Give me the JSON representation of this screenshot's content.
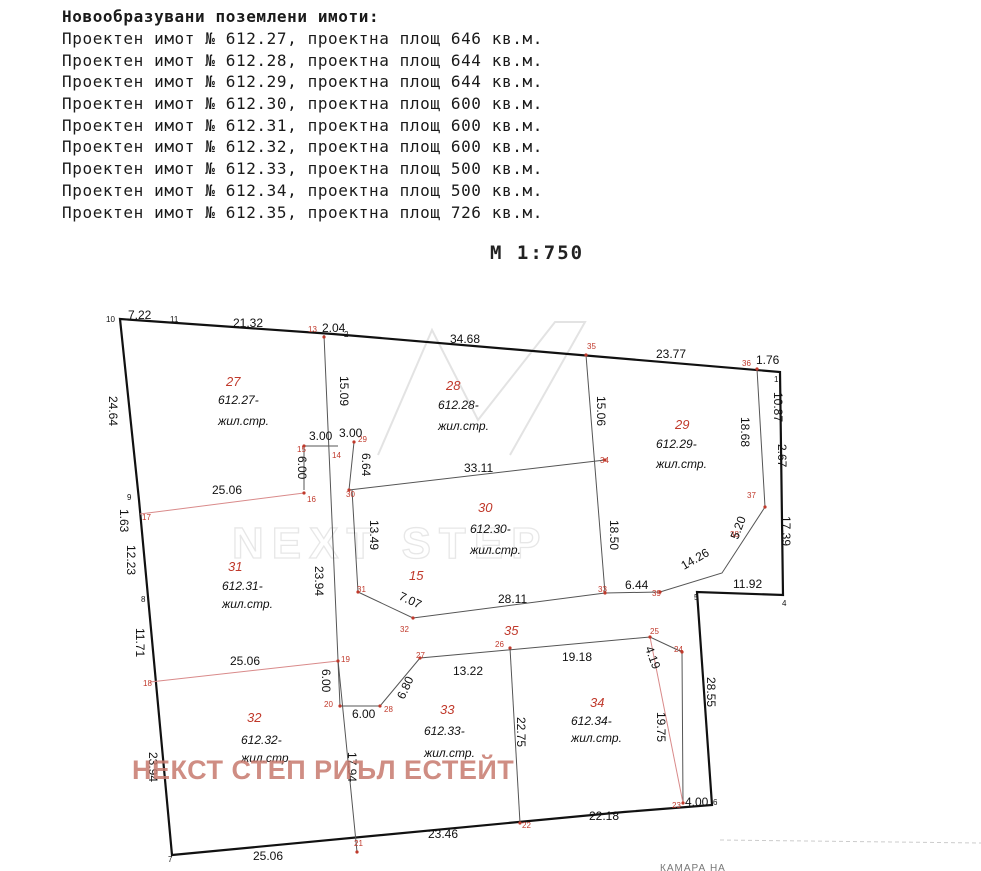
{
  "header": {
    "title": "Новообразувани поземлени имоти:",
    "lines": [
      "Проектен имот № 612.27, проектна площ 646 кв.м.",
      "Проектен имот № 612.28, проектна площ 644 кв.м.",
      "Проектен имот № 612.29, проектна площ 644 кв.м.",
      "Проектен имот № 612.30, проектна площ 600 кв.м.",
      "Проектен имот № 612.31, проектна площ 600 кв.м.",
      "Проектен имот № 612.32, проектна площ 600 кв.м.",
      "Проектен имот № 612.33, проектна площ 500 кв.м.",
      "Проектен имот № 612.34, проектна площ 500 кв.м.",
      "Проектен имот № 612.35, проектна площ 726 кв.м."
    ]
  },
  "scale": "М 1:750",
  "plan": {
    "lots": {
      "l27": {
        "num": "27",
        "id": "612.27-",
        "use": "жил.стр."
      },
      "l28": {
        "num": "28",
        "id": "612.28-",
        "use": "жил.стр."
      },
      "l29": {
        "num": "29",
        "id": "612.29-",
        "use": "жил.стр."
      },
      "l30": {
        "num": "30",
        "id": "612.30-",
        "use": "жил.стр."
      },
      "l31": {
        "num": "31",
        "id": "612.31-",
        "use": "жил.стр."
      },
      "l32": {
        "num": "32",
        "id": "612.32-",
        "use": "жил.стр."
      },
      "l33": {
        "num": "33",
        "id": "612.33-",
        "use": "жил.стр."
      },
      "l34": {
        "num": "34",
        "id": "612.34-",
        "use": "жил.стр."
      },
      "l35": {
        "num": "35"
      },
      "l15": {
        "num": "15"
      }
    },
    "measures": {
      "m1": "7.22",
      "m2": "21.32",
      "m3": "2.04",
      "m4": "34.68",
      "m5": "23.77",
      "m6": "1.76",
      "m7": "10.87",
      "m8": "2.67",
      "m9": "17.39",
      "m10": "11.92",
      "m11": "28.55",
      "m12": "4.00",
      "m13": "22.18",
      "m14": "23.46",
      "m15": "25.06",
      "m16": "23.94",
      "m17": "11.71",
      "m18": "12.23",
      "m19": "1.63",
      "m20": "24.64",
      "m21": "15.09",
      "m22": "15.06",
      "m23": "18.68",
      "m24": "3.00",
      "m25": "3.00",
      "m26": "6.00",
      "m27": "6.64",
      "m28": "33.11",
      "m29": "25.06",
      "m30": "13.49",
      "m31": "18.50",
      "m32": "5.20",
      "m33": "14.26",
      "m34": "6.44",
      "m35": "28.11",
      "m36": "7.07",
      "m37": "23.94",
      "m38": "25.06",
      "m39": "13.22",
      "m40": "19.18",
      "m41": "4.19",
      "m42": "6.80",
      "m43": "6.00",
      "m44": "6.00",
      "m45": "22.75",
      "m46": "19.75",
      "m47": "17.94"
    },
    "points": {
      "p1": "1",
      "p2": "2",
      "p4": "4",
      "p5": "5",
      "p6": "6",
      "p7": "7",
      "p8": "8",
      "p9": "9",
      "p10": "10",
      "p11": "11",
      "p13": "13",
      "p14": "14",
      "p15": "15",
      "p16": "16",
      "p17": "17",
      "p18": "18",
      "p19": "19",
      "p20": "20",
      "p21": "21",
      "p22": "22",
      "p23": "23",
      "p24": "24",
      "p25": "25",
      "p26": "26",
      "p27": "27",
      "p28": "28",
      "p29": "29",
      "p30": "30",
      "p31": "31",
      "p32": "32",
      "p33": "33",
      "p34": "34",
      "p35": "35",
      "p36": "36",
      "p37": "37",
      "p38": "38",
      "p39": "39"
    }
  },
  "watermark": {
    "brand": "NEXT STEP"
  },
  "overlay_text": "НЕКСТ СТЕП РИЪЛ ЕСТЕЙТ",
  "corner_text": "КАМАРА НА"
}
